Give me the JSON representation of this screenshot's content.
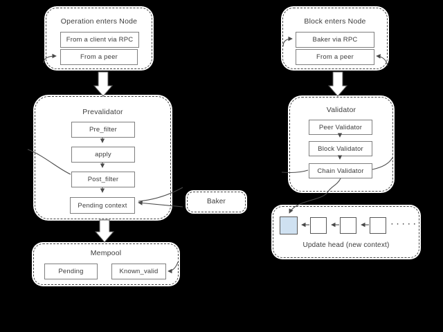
{
  "colors": {
    "background": "#000000",
    "box_fill": "#ffffff",
    "dashed_border": "#3f3f3f",
    "inner_border": "#7e7e7e",
    "text": "#3b3b3b",
    "connector_line": "#4a4a4a",
    "highlight_square_fill": "#cfe1f1"
  },
  "left": {
    "operation_enters_node": {
      "title": "Operation enters Node",
      "source_rpc": "From a client via RPC",
      "source_peer": "From a peer"
    },
    "prevalidator": {
      "title": "Prevalidator",
      "step1": "Pre_filter",
      "step2": "apply",
      "step3": "Post_filter",
      "step4": "Pending context"
    },
    "mempool": {
      "title": "Mempool",
      "item1": "Pending",
      "item2": "Known_valid"
    }
  },
  "center": {
    "baker": {
      "title": "Baker"
    }
  },
  "right": {
    "block_enters_node": {
      "title": "Block enters Node",
      "source_rpc": "Baker  via RPC",
      "source_peer": "From a peer"
    },
    "validator": {
      "title": "Validator",
      "step1": "Peer Validator",
      "step2": "Block Validator",
      "step3": "Chain Validator"
    },
    "update_head": {
      "caption": "Update head (new context)",
      "ellipsis": "· · · · ·"
    }
  }
}
